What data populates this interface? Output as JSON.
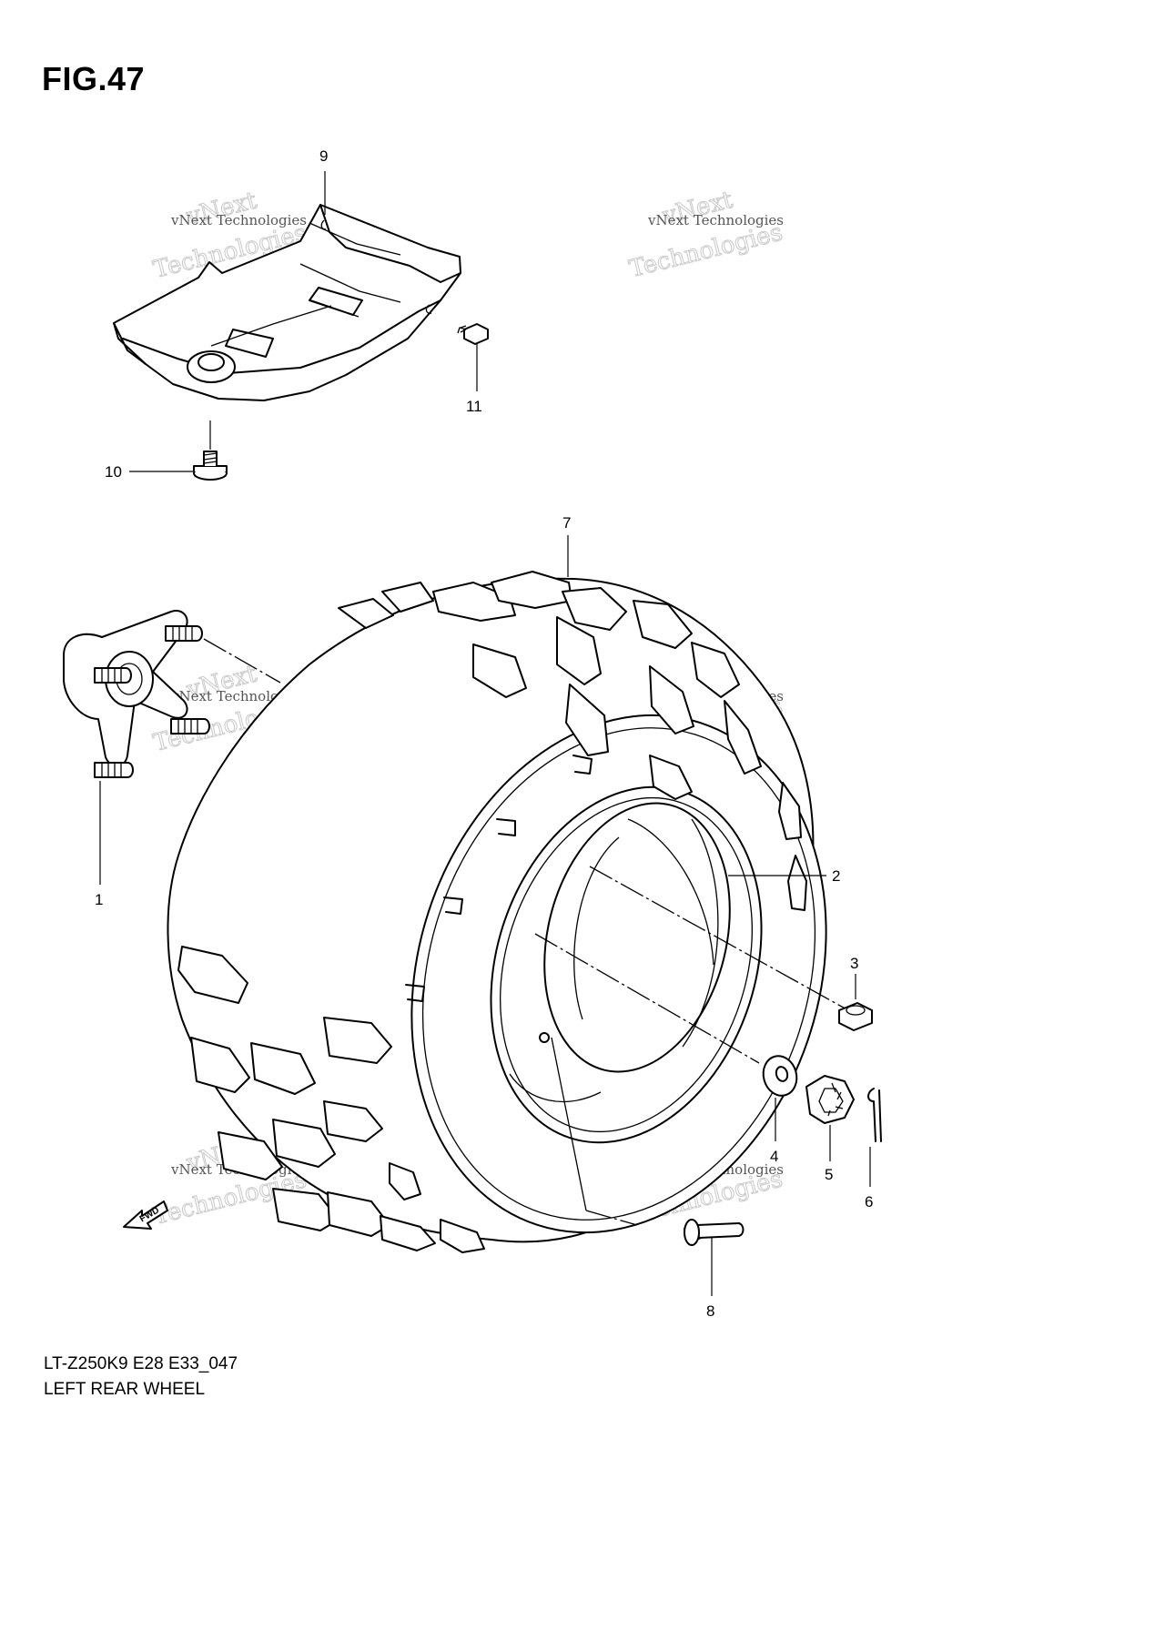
{
  "figure": {
    "title": "FIG.47"
  },
  "footer": {
    "model_code": "LT-Z250K9 E28 E33_047",
    "diagram_name": "LEFT REAR WHEEL"
  },
  "watermark": {
    "brand": "vNext Technologies",
    "arc_top": "vNext",
    "arc_bottom": "Technologies"
  },
  "callouts": [
    {
      "number": "1",
      "part": "hub"
    },
    {
      "number": "2",
      "part": "rim-tire"
    },
    {
      "number": "3",
      "part": "nut"
    },
    {
      "number": "4",
      "part": "washer"
    },
    {
      "number": "5",
      "part": "castle-nut"
    },
    {
      "number": "6",
      "part": "cotter-pin"
    },
    {
      "number": "7",
      "part": "tire"
    },
    {
      "number": "8",
      "part": "valve"
    },
    {
      "number": "9",
      "part": "cover"
    },
    {
      "number": "10",
      "part": "bolt"
    },
    {
      "number": "11",
      "part": "screw"
    }
  ],
  "fwd_label": "FWD"
}
